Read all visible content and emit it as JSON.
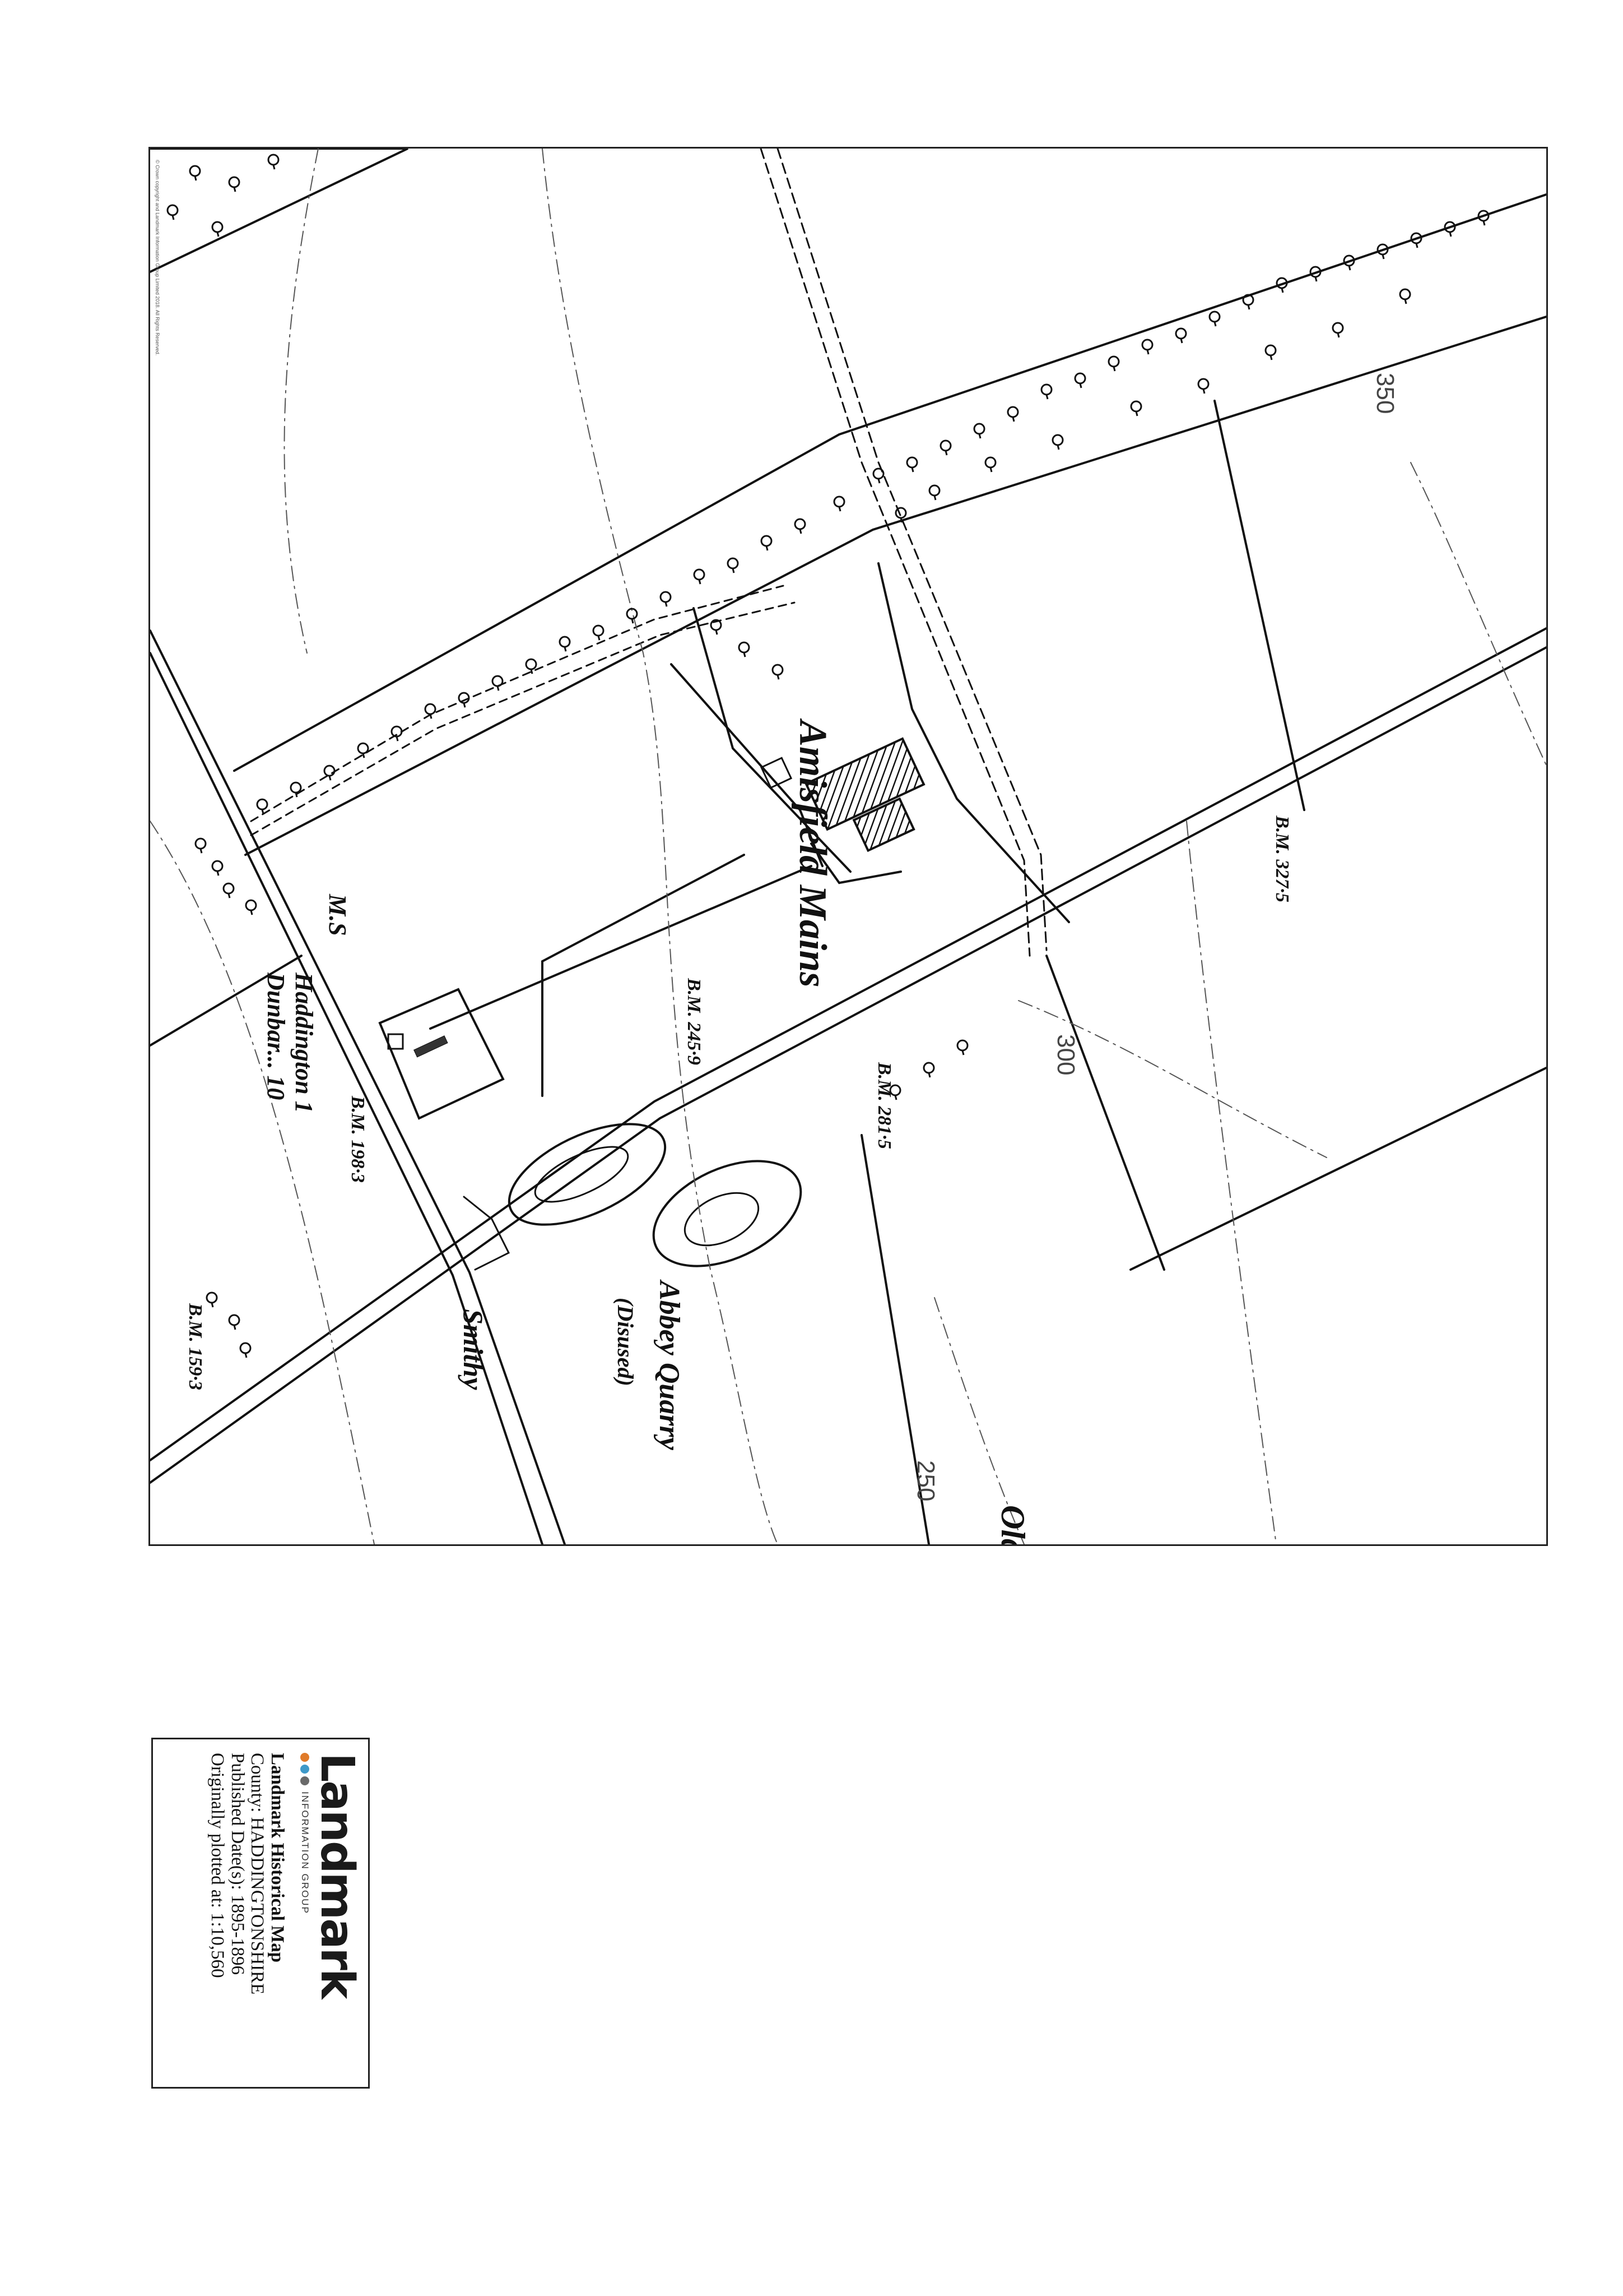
{
  "map": {
    "labels": {
      "place": "Amisfield Mains",
      "quarry": "Abbey Quarry",
      "quarry_note": "(Disused)",
      "smithy": "Smithy",
      "milestone": "M.S",
      "haddington": "Haddington 1",
      "dunbar": "Dunbar... 10",
      "bm_1": "B.M. 198·3",
      "bm_2": "B.M. 245·9",
      "bm_3": "B.M. 281·5",
      "bm_4": "B.M. 327·5",
      "bm_5": "B.M. 159·3",
      "contour_350": "350",
      "contour_300": "300",
      "contour_250": "250",
      "partial_label": "Old",
      "copyright_note": "© Crown copyright and Landmark Information Group Limited 2018. All Rights Reserved."
    }
  },
  "legend": {
    "logo_word": "Landmark",
    "logo_sub": "INFORMATION GROUP",
    "logo_colors": [
      "#e07b2a",
      "#3f9ac9",
      "#6a6a6a"
    ],
    "title": "Landmark Historical Map",
    "county": "County: HADDINGTONSHIRE",
    "published": "Published Date(s): 1895-1896",
    "scale": "Originally plotted at: 1:10,560"
  }
}
